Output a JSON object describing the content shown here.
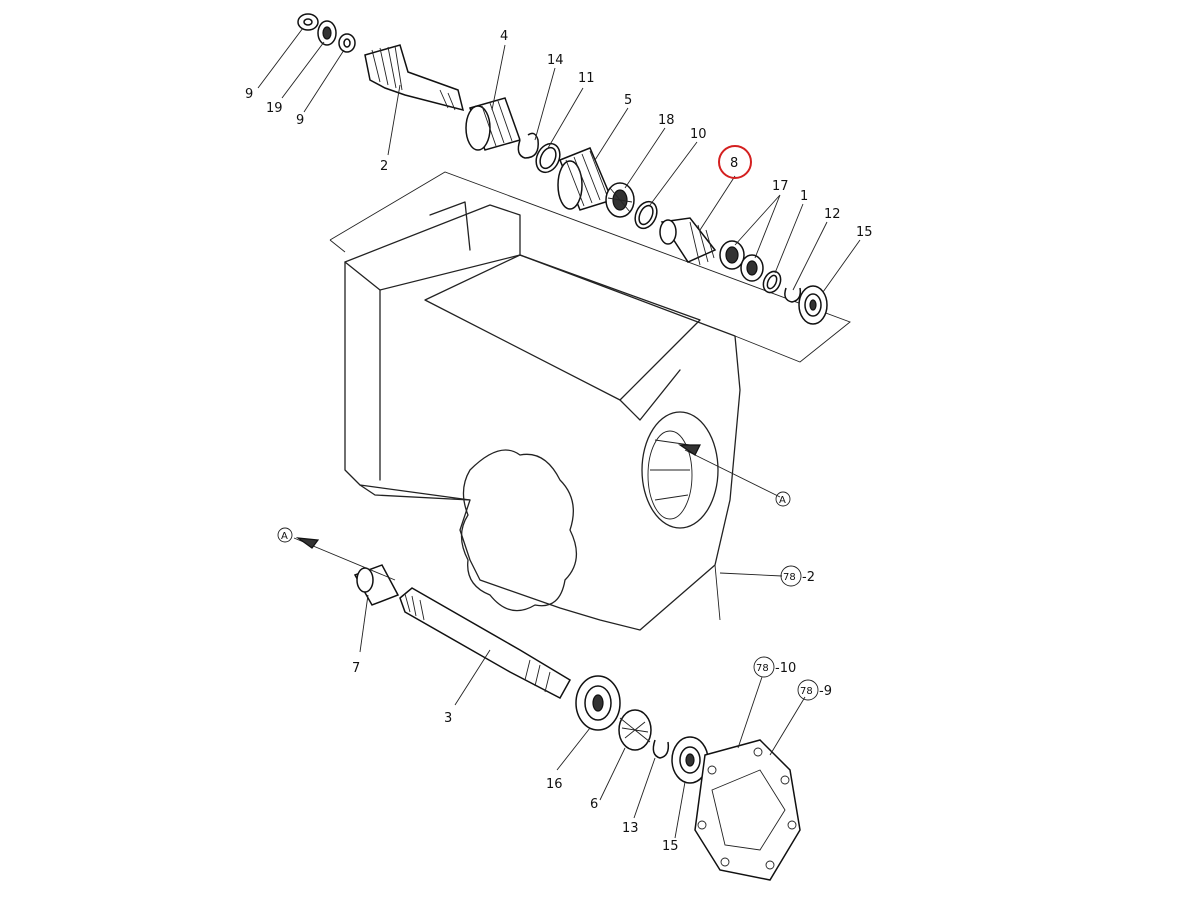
{
  "labels": {
    "l9a": "9",
    "l19": "19",
    "l9b": "9",
    "l2": "2",
    "l4": "4",
    "l14": "14",
    "l11": "11",
    "l5": "5",
    "l18": "18",
    "l10": "10",
    "l8": "8",
    "l17": "17",
    "l1": "1",
    "l12": "12",
    "l15a": "15",
    "l7": "7",
    "l3": "3",
    "l16": "16",
    "l6": "6",
    "l13": "13",
    "l15b": "15",
    "l78_2_suffix": "-2",
    "l78_10_suffix": "-10",
    "l78_9_suffix": "-9"
  },
  "refs": {
    "a_top": "A",
    "a_left": "A",
    "c78_2": "78",
    "c78_10": "78",
    "c78_9": "78"
  },
  "highlight": {
    "part": "8",
    "color": "#d42020"
  }
}
